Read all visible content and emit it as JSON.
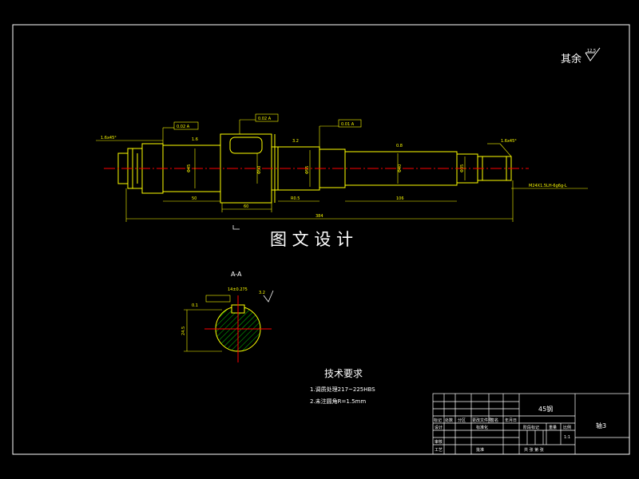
{
  "colors": {
    "background": "#000000",
    "frame": "#ffffff",
    "part": "#ffff00",
    "centerline": "#ff0000",
    "hatch": "#00ff00",
    "section_outline": "#ffff00"
  },
  "roughness_note": {
    "text": "其余",
    "value": "12.5"
  },
  "watermark": "图 文 设 计",
  "section": {
    "label": "A-A",
    "tolerance": "14±0.275",
    "roughness": "3.2",
    "dims": [
      "0.1",
      "24.5"
    ]
  },
  "shaft_labels": {
    "thread_note": "M24X1.5LH-6g6g-L",
    "overall_length": "384",
    "segment_length_1": "50",
    "segment_length_2": "60",
    "segment_length_3": "106",
    "tolerance_1": "0.02 A",
    "tolerance_2": "0.02 A",
    "tolerance_3": "0.01 A",
    "left_note": "1.6x45°",
    "right_note": "1.6x45°",
    "chamfer": "R0.5",
    "roughness_a": "1.6",
    "roughness_b": "3.2",
    "roughness_c": "0.8",
    "dia_1": "Φ45",
    "dia_2": "Φ50",
    "dia_3": "Φ55",
    "dia_4": "Φ40",
    "dia_5": "Φ35"
  },
  "tech_requirements": {
    "title": "技术要求",
    "items": [
      "1.调质处理217~225HBS",
      "2.未注圆角R=1.5mm"
    ]
  },
  "title_block": {
    "material": "45钢",
    "part_name": "轴3",
    "rev_headers": [
      "标记",
      "处数",
      "分区",
      "更改文件号",
      "签名",
      "年月日"
    ],
    "row_labels": [
      "设计",
      "审核",
      "工艺"
    ],
    "std_label": "标准化",
    "stage_label": "阶段标记",
    "weight_label": "重量",
    "scale_label": "比例",
    "scale_value": "1:1",
    "sheet_text": "共 张 第 张",
    "approve_label": "批准"
  }
}
